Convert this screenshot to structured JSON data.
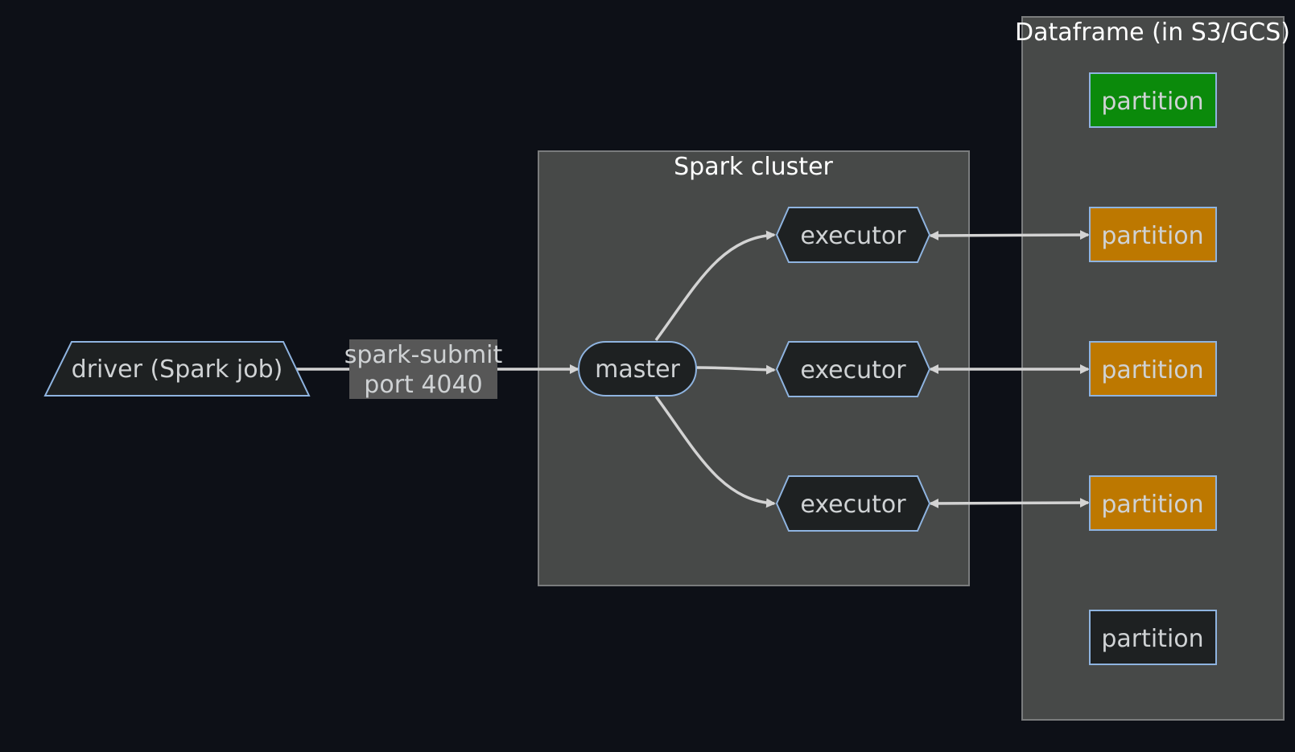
{
  "clusters": {
    "spark": {
      "title": "Spark cluster"
    },
    "dataframe": {
      "title": "Dataframe (in S3/GCS)"
    }
  },
  "nodes": {
    "driver": {
      "label": "driver (Spark job)"
    },
    "master": {
      "label": "master"
    },
    "executors": [
      {
        "label": "executor"
      },
      {
        "label": "executor"
      },
      {
        "label": "executor"
      }
    ],
    "partitions": [
      {
        "label": "partition",
        "color": "#0b8a0b"
      },
      {
        "label": "partition",
        "color": "#bd7800"
      },
      {
        "label": "partition",
        "color": "#bd7800"
      },
      {
        "label": "partition",
        "color": "#bd7800"
      },
      {
        "label": "partition",
        "color": "#1e2122"
      }
    ]
  },
  "edges": {
    "submit": {
      "line1": "spark-submit",
      "line2": "port 4040"
    }
  },
  "colors": {
    "background": "#0d1017",
    "cluster_fill": "#474948",
    "cluster_stroke": "#7a7c7d",
    "node_fill": "#1e2122",
    "node_stroke": "#8fb4e0",
    "edge": "#d3d3d3",
    "edge_label_bg": "#575757"
  }
}
